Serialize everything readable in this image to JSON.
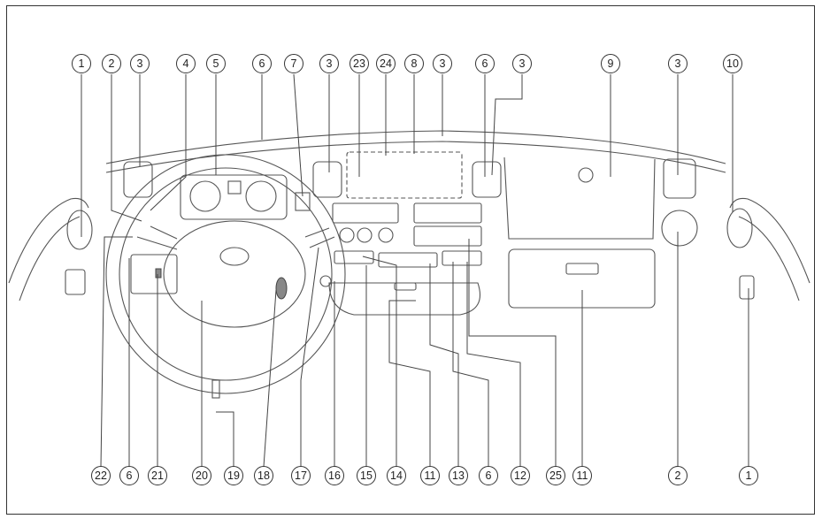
{
  "diagram": {
    "callouts_top": [
      "1",
      "2",
      "3",
      "4",
      "5",
      "6",
      "7",
      "3",
      "23",
      "24",
      "8",
      "3",
      "6",
      "3",
      "9",
      "3",
      "10"
    ],
    "callouts_bottom": [
      "22",
      "6",
      "21",
      "20",
      "19",
      "18",
      "17",
      "16",
      "15",
      "14",
      "11",
      "13",
      "6",
      "12",
      "25",
      "11",
      "2",
      "1"
    ]
  }
}
